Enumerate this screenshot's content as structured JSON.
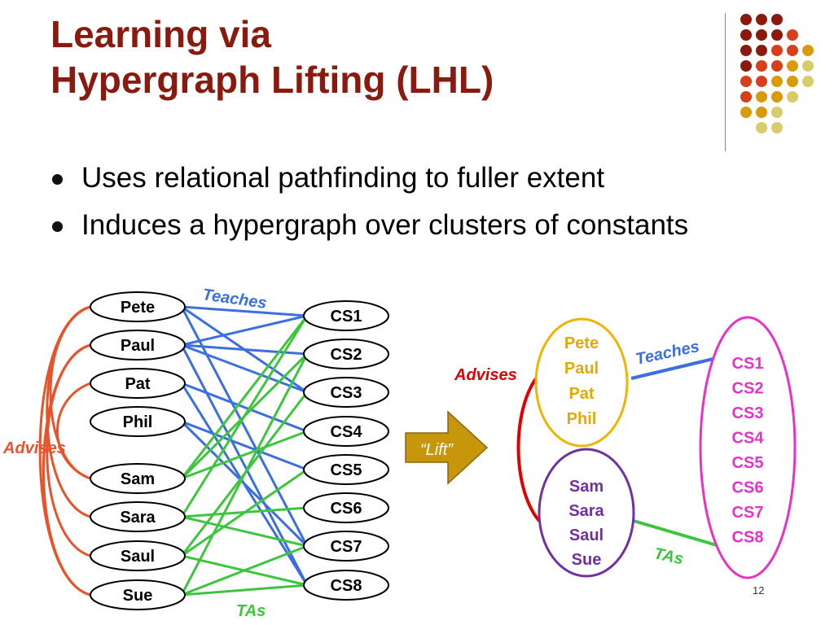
{
  "slide": {
    "title_line1": "Learning via",
    "title_line2": "Hypergraph Lifting (LHL)",
    "bullets": [
      "Uses relational pathfinding to fuller extent",
      "Induces a hypergraph over clusters of constants"
    ],
    "page_number": "12"
  },
  "graph": {
    "people": [
      "Pete",
      "Paul",
      "Pat",
      "Phil",
      "Sam",
      "Sara",
      "Saul",
      "Sue"
    ],
    "courses": [
      "CS1",
      "CS2",
      "CS3",
      "CS4",
      "CS5",
      "CS6",
      "CS7",
      "CS8"
    ],
    "teaches_label": "Teaches",
    "tas_label": "TAs",
    "advises_label": "Advises",
    "teaches_edges": [
      [
        0,
        0
      ],
      [
        0,
        2
      ],
      [
        0,
        6
      ],
      [
        1,
        0
      ],
      [
        1,
        1
      ],
      [
        1,
        2
      ],
      [
        1,
        7
      ],
      [
        2,
        3
      ],
      [
        2,
        7
      ],
      [
        3,
        4
      ],
      [
        3,
        6
      ]
    ],
    "tas_edges": [
      [
        4,
        0
      ],
      [
        4,
        1
      ],
      [
        4,
        3
      ],
      [
        5,
        0
      ],
      [
        5,
        5
      ],
      [
        5,
        6
      ],
      [
        6,
        2
      ],
      [
        6,
        4
      ],
      [
        6,
        7
      ],
      [
        7,
        1
      ],
      [
        7,
        6
      ],
      [
        7,
        7
      ]
    ],
    "colors": {
      "teaches": "#3a6fe0",
      "tas": "#3ec53e",
      "advises": "#e8542a"
    }
  },
  "lift": {
    "label": "“Lift”",
    "color": "#c8960a"
  },
  "lifted": {
    "professors": [
      "Pete",
      "Paul",
      "Pat",
      "Phil"
    ],
    "students": [
      "Sam",
      "Sara",
      "Saul",
      "Sue"
    ],
    "courses": [
      "CS1",
      "CS2",
      "CS3",
      "CS4",
      "CS5",
      "CS6",
      "CS7",
      "CS8"
    ],
    "teaches_label": "Teaches",
    "tas_label": "TAs",
    "advises_label": "Advises",
    "colors": {
      "professors": "#e6a800",
      "students": "#7030a0",
      "courses": "#e632c8",
      "advises": "#e00000",
      "teaches": "#3a6fe0",
      "tas": "#3ec53e"
    }
  },
  "decor": {
    "dot_colors": [
      "#8b1a0e",
      "#d6401a",
      "#d99a0c",
      "#d8cc6a"
    ]
  }
}
